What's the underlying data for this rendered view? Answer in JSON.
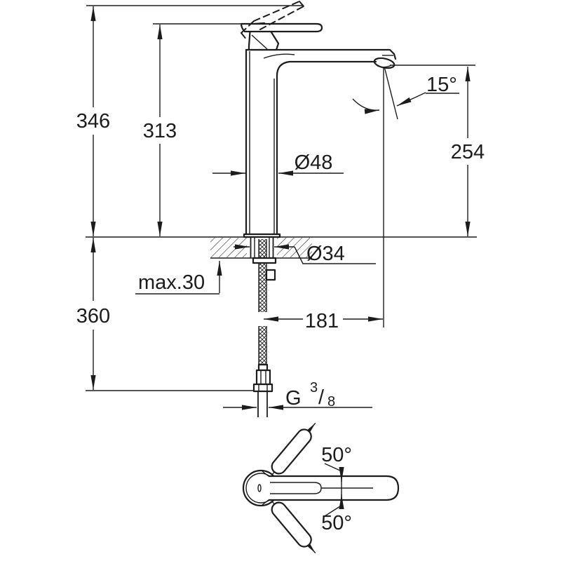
{
  "colors": {
    "line": "#1c1c1c",
    "background": "#ffffff"
  },
  "front_view": {
    "dim_total_height": "346",
    "dim_height_to_spout_top": "313",
    "dim_outlet_height": "254",
    "dim_body_diameter": "Ø48",
    "dim_mounting_hole_diameter": "Ø34",
    "dim_max_deck_thickness": "max.30",
    "dim_hose_drop": "360",
    "dim_spout_reach": "181",
    "dim_outlet_angle": "15°",
    "thread_label": {
      "prefix": "G",
      "numerator": "3",
      "slash": "/",
      "denominator": "8"
    }
  },
  "top_view": {
    "dim_handle_swing_up": "50°",
    "dim_handle_swing_down": "50°"
  }
}
